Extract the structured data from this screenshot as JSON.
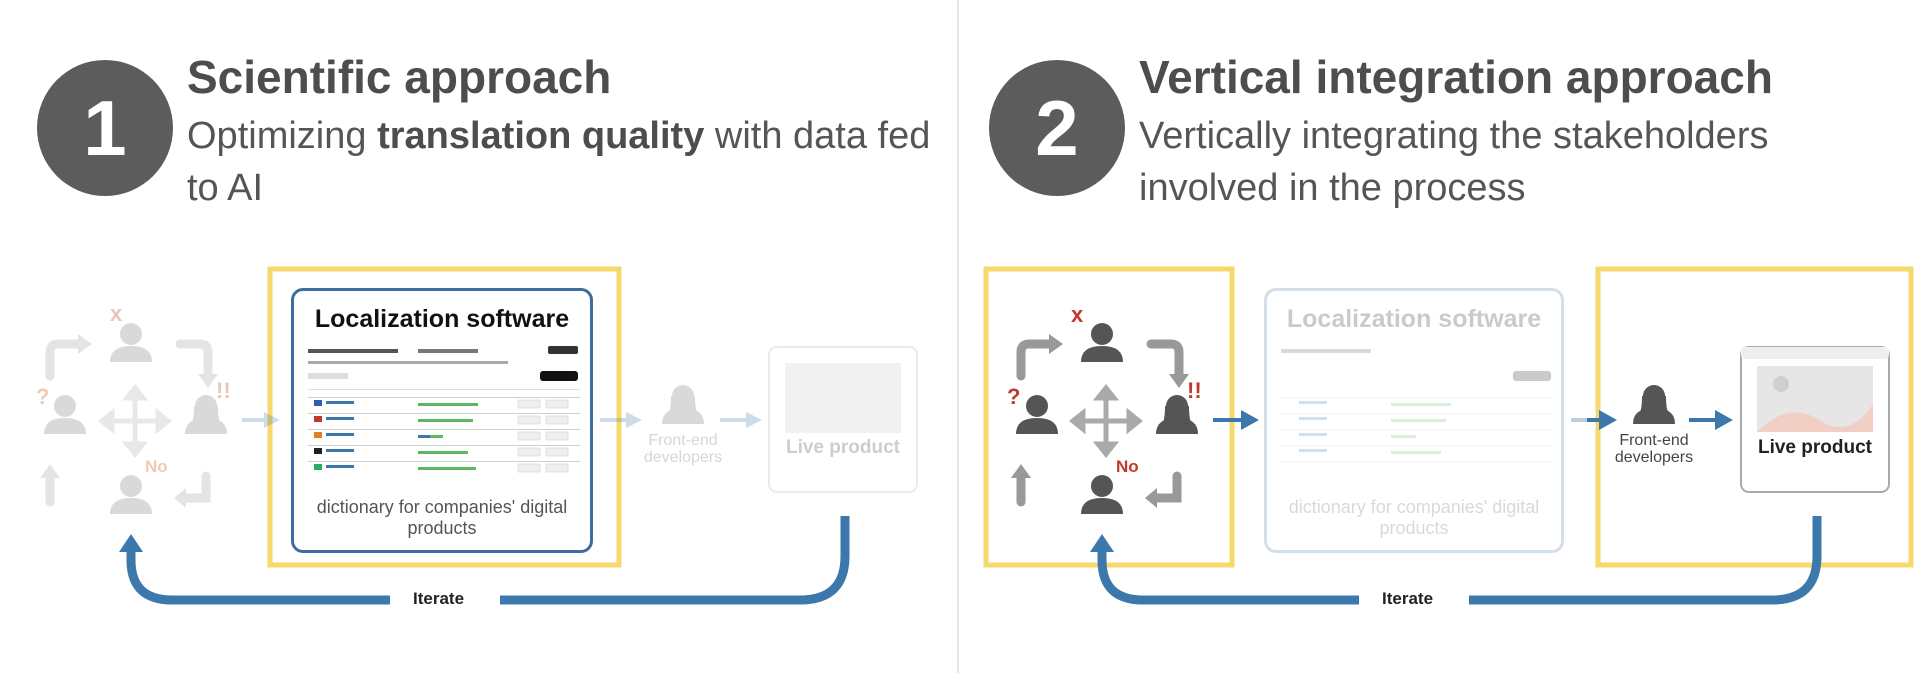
{
  "panel1": {
    "number": "1",
    "title": "Scientific approach",
    "subtitle_pre": "Optimizing ",
    "subtitle_bold": "translation quality",
    "subtitle_post": " with data fed to AI",
    "software_title": "Localization software",
    "software_caption": "dictionary for companies' digital products",
    "dev_label": "Front-end developers",
    "live_label": "Live product",
    "iterate_label": "Iterate"
  },
  "panel2": {
    "number": "2",
    "title": "Vertical integration approach",
    "subtitle": "Vertically integrating the stakeholders involved in the process",
    "software_title": "Localization software",
    "software_caption": "dictionary for companies' digital products",
    "dev_label": "Front-end developers",
    "live_label": "Live product",
    "iterate_label": "Iterate"
  },
  "markers": {
    "x": "x",
    "question": "?",
    "alarm": "!!",
    "no": "No"
  },
  "colors": {
    "highlight": "#f5d96b",
    "flow_blue": "#3c78ab",
    "marker_red": "#c0392b",
    "marker_orange": "#d35400",
    "circle_gray": "#5c5c5c"
  }
}
